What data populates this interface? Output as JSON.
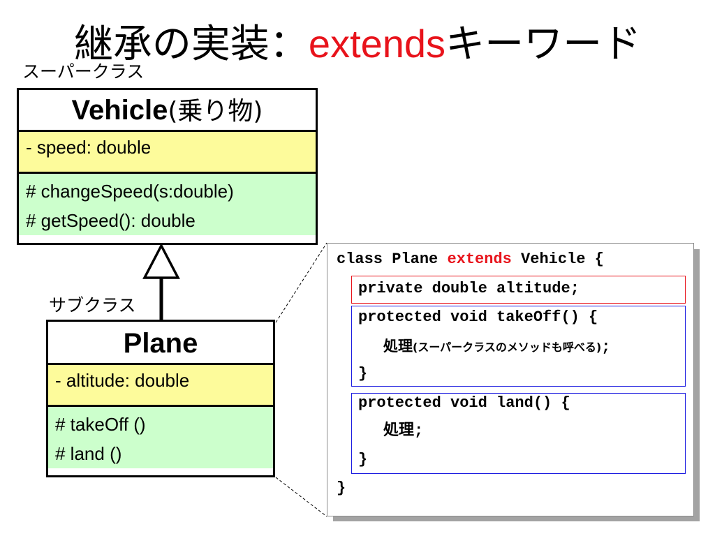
{
  "title": {
    "main": "継承の実装：",
    "keyword": "extends",
    "suffix": "キーワード"
  },
  "superclass_caption": "スーパークラス",
  "subclass_caption": "サブクラス",
  "vehicle": {
    "name": "Vehicle",
    "name_jp": "(乗り物)",
    "attribute": "- speed: double",
    "operations": [
      "# changeSpeed(s:double)",
      "# getSpeed(): double"
    ]
  },
  "plane": {
    "name": "Plane",
    "attribute": "- altitude: double",
    "operations": [
      "# takeOff ()",
      "# land ()"
    ]
  },
  "code": {
    "header_before": "class Plane ",
    "header_keyword": "extends",
    "header_after": " Vehicle {",
    "field": "private double altitude;",
    "takeoff_sig": "protected void takeOff() {",
    "takeoff_body": "処理",
    "takeoff_note": "(スーパークラスのメソッドも呼べる)",
    "takeoff_semicolon": ";",
    "takeoff_close": "}",
    "land_sig": "protected void land() {",
    "land_body": "処理;",
    "land_close": "}",
    "class_close": "}"
  },
  "colors": {
    "keyword": "#e8131b",
    "attribute_fill": "#fdfb9b",
    "operation_fill": "#ccffcc",
    "method_frame": "#1c1ce0",
    "field_frame": "#e8131b",
    "code_shadow": "#a3a3a3"
  }
}
